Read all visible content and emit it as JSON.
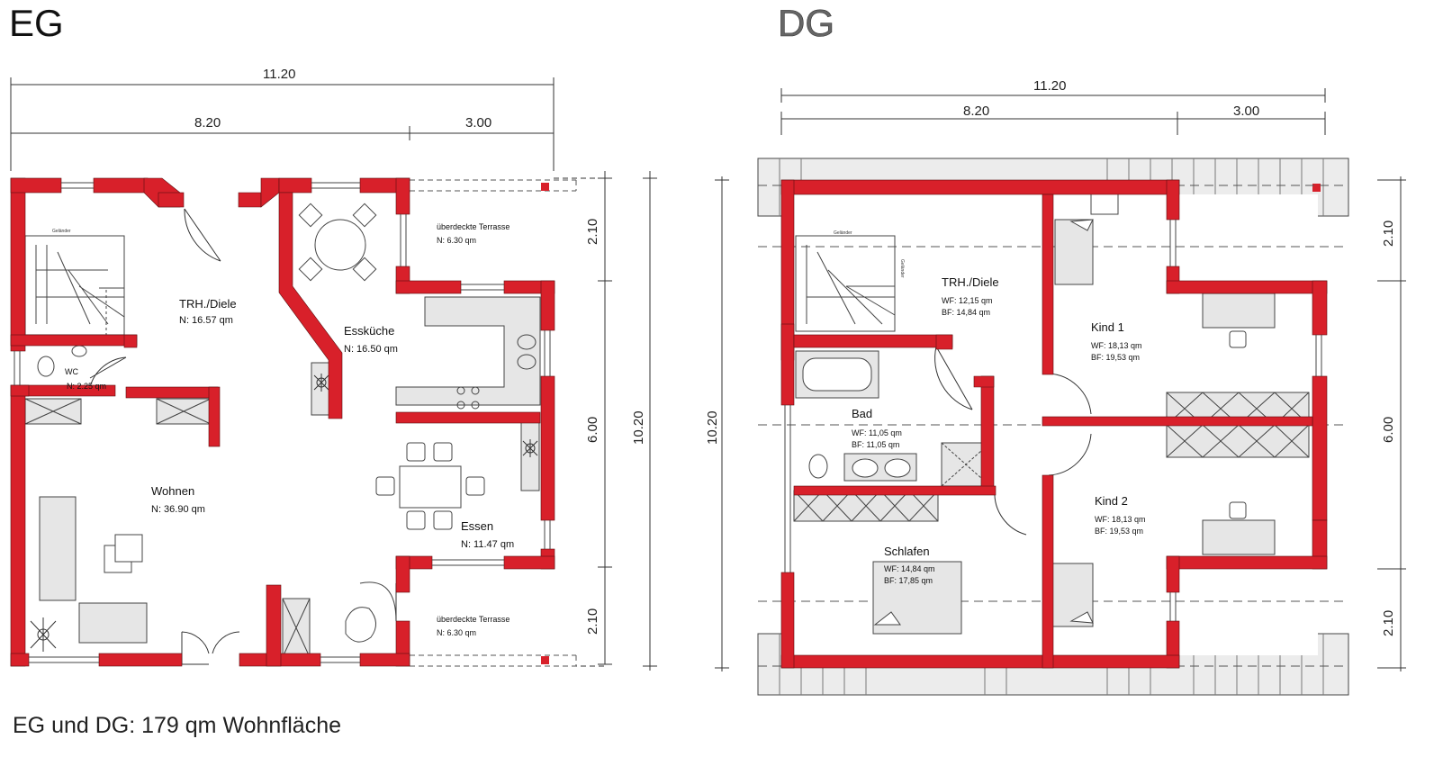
{
  "eg": {
    "title": "EG",
    "dims": {
      "total_w": "11.20",
      "part_a": "8.20",
      "part_b": "3.00",
      "right_top": "2.10",
      "right_mid": "6.00",
      "right_bot": "2.10",
      "right_total": "10.20"
    },
    "rooms": {
      "trh": {
        "name": "TRH./Diele",
        "area": "N:  16.57  qm"
      },
      "esskueche": {
        "name": "Essküche",
        "area": "N:  16.50  qm"
      },
      "wc": {
        "name": "WC",
        "area": "N:  2.25  qm"
      },
      "wohnen": {
        "name": "Wohnen",
        "area": "N:   36.90  qm"
      },
      "essen": {
        "name": "Essen",
        "area": "N:  11.47  qm"
      },
      "terrasse_top": {
        "name": "überdeckte Terrasse",
        "area": "N:  6.30  qm"
      },
      "terrasse_bot": {
        "name": "überdeckte Terrasse",
        "area": "N:  6.30  qm"
      }
    },
    "stair_label": "Geländer"
  },
  "dg": {
    "title": "DG",
    "dims": {
      "total_w": "11.20",
      "part_a": "8.20",
      "part_b": "3.00",
      "right_top": "2.10",
      "right_mid": "6.00",
      "right_bot": "2.10",
      "left_total": "10.20"
    },
    "rooms": {
      "trh": {
        "name": "TRH./Diele",
        "wf": "WF:  12,15  qm",
        "bf": "BF:  14,84  qm"
      },
      "kind1": {
        "name": "Kind 1",
        "wf": "WF:  18,13  qm",
        "bf": "BF:  19,53  qm"
      },
      "bad": {
        "name": "Bad",
        "wf": "WF:  11,05  qm",
        "bf": "BF:  11,05  qm"
      },
      "kind2": {
        "name": "Kind 2",
        "wf": "WF:  18,13  qm",
        "bf": "BF:  19,53  qm"
      },
      "schlafen": {
        "name": "Schlafen",
        "wf": "WF:  14,84  qm",
        "bf": "BF:  17,85  qm"
      }
    },
    "stair_label_1": "Geländer",
    "stair_label_2": "Geländer"
  },
  "footer": "EG und DG: 179 qm Wohnfläche",
  "colors": {
    "wall": "#d8202a",
    "furniture": "#e6e6e6",
    "line": "#333333"
  }
}
